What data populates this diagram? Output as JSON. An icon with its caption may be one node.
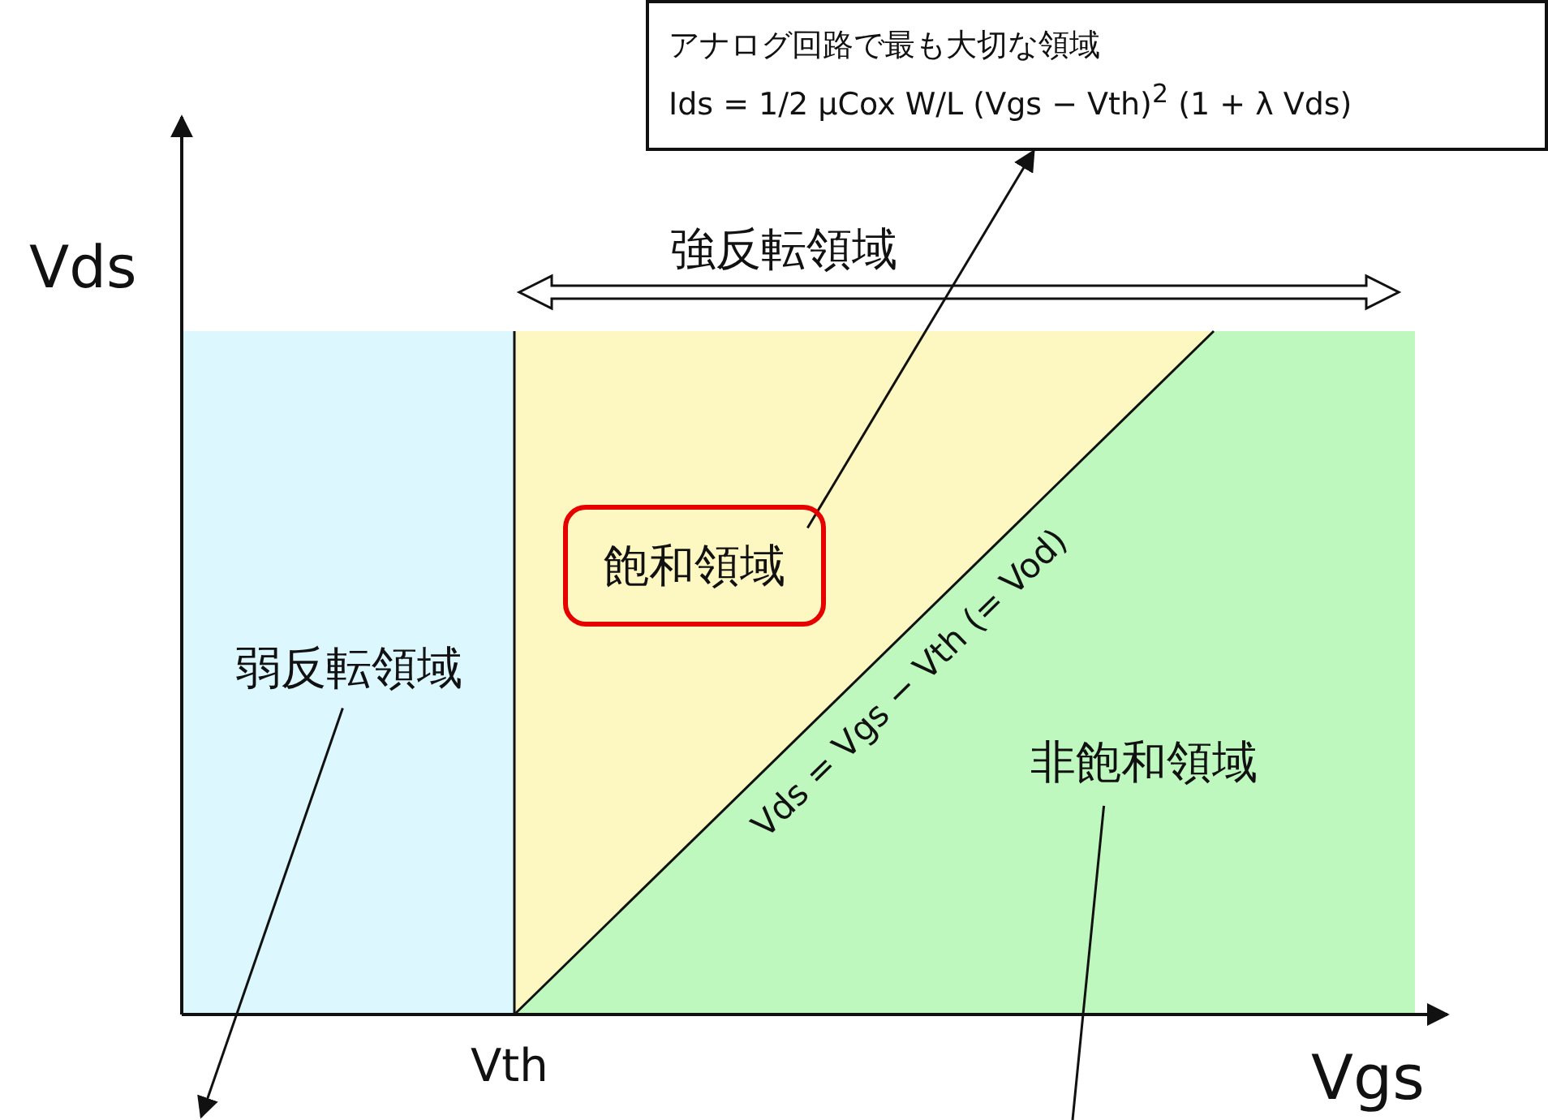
{
  "diagram": {
    "nodes": [
      {
        "text": [
          "アナログ回路で最も大切な領域",
          "Ids = 1/2 μCox W/L (Vgs − Vth)$^{2}$ (1 + λ Vds)"
        ]
      },
      {
        "text": [
          "弱反転領域"
        ]
      },
      {
        "text": [
          "飽和領域"
        ]
      },
      {
        "text": [
          "非飽和領域"
        ]
      }
    ],
    "edges": [
      {
        "from": 2,
        "to": 0,
        "arrow": "to"
      },
      {
        "from": 1,
        "to": null,
        "arrow": "to"
      },
      {
        "from": 3,
        "to": null,
        "arrow": "none"
      }
    ],
    "labels": [
      "Vds",
      "強反転領域",
      "Vds = Vgs − Vth (= Vod)",
      "Vth",
      "Vgs"
    ]
  }
}
